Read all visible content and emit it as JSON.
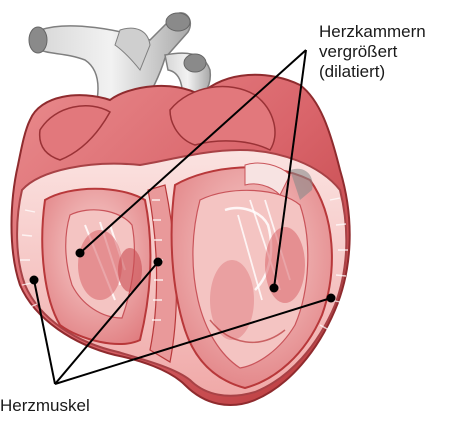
{
  "labels": {
    "ventricles": {
      "line1": "Herzkammern",
      "line2": "vergrößert",
      "line3": "(dilatiert)"
    },
    "muscle": "Herzmuskel"
  },
  "colors": {
    "muscle_dark": "#b8383a",
    "muscle_mid": "#d9646a",
    "muscle_light": "#f2b6b4",
    "inner_pale": "#f7d7d6",
    "vessel_gray": "#bfbfbf",
    "vessel_shadow": "#8a8a8a",
    "leader_line": "#000000"
  }
}
